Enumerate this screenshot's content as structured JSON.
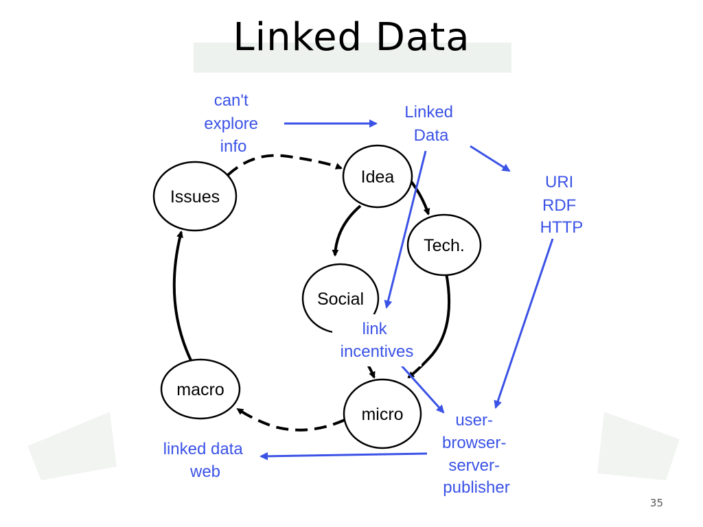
{
  "slide": {
    "title": "Linked Data",
    "page_number": "35"
  },
  "nodes": {
    "issues": "Issues",
    "idea": "Idea",
    "tech": "Tech.",
    "social": "Social",
    "micro": "micro",
    "macro": "macro"
  },
  "annotations": {
    "cant_explore": [
      "can't",
      "explore",
      "info"
    ],
    "linked_data": [
      "Linked",
      "Data"
    ],
    "uri_rdf_http": [
      "URI",
      "RDF",
      "HTTP"
    ],
    "link_incentives": [
      "link",
      "incentives"
    ],
    "user_browser": [
      "user-",
      "browser-",
      "server-",
      "publisher"
    ],
    "linked_data_web": [
      "linked data",
      "web"
    ]
  },
  "colors": {
    "accent_blue": "#3a52e6",
    "node_stroke": "#000000",
    "watermark": "#eef1ef"
  }
}
